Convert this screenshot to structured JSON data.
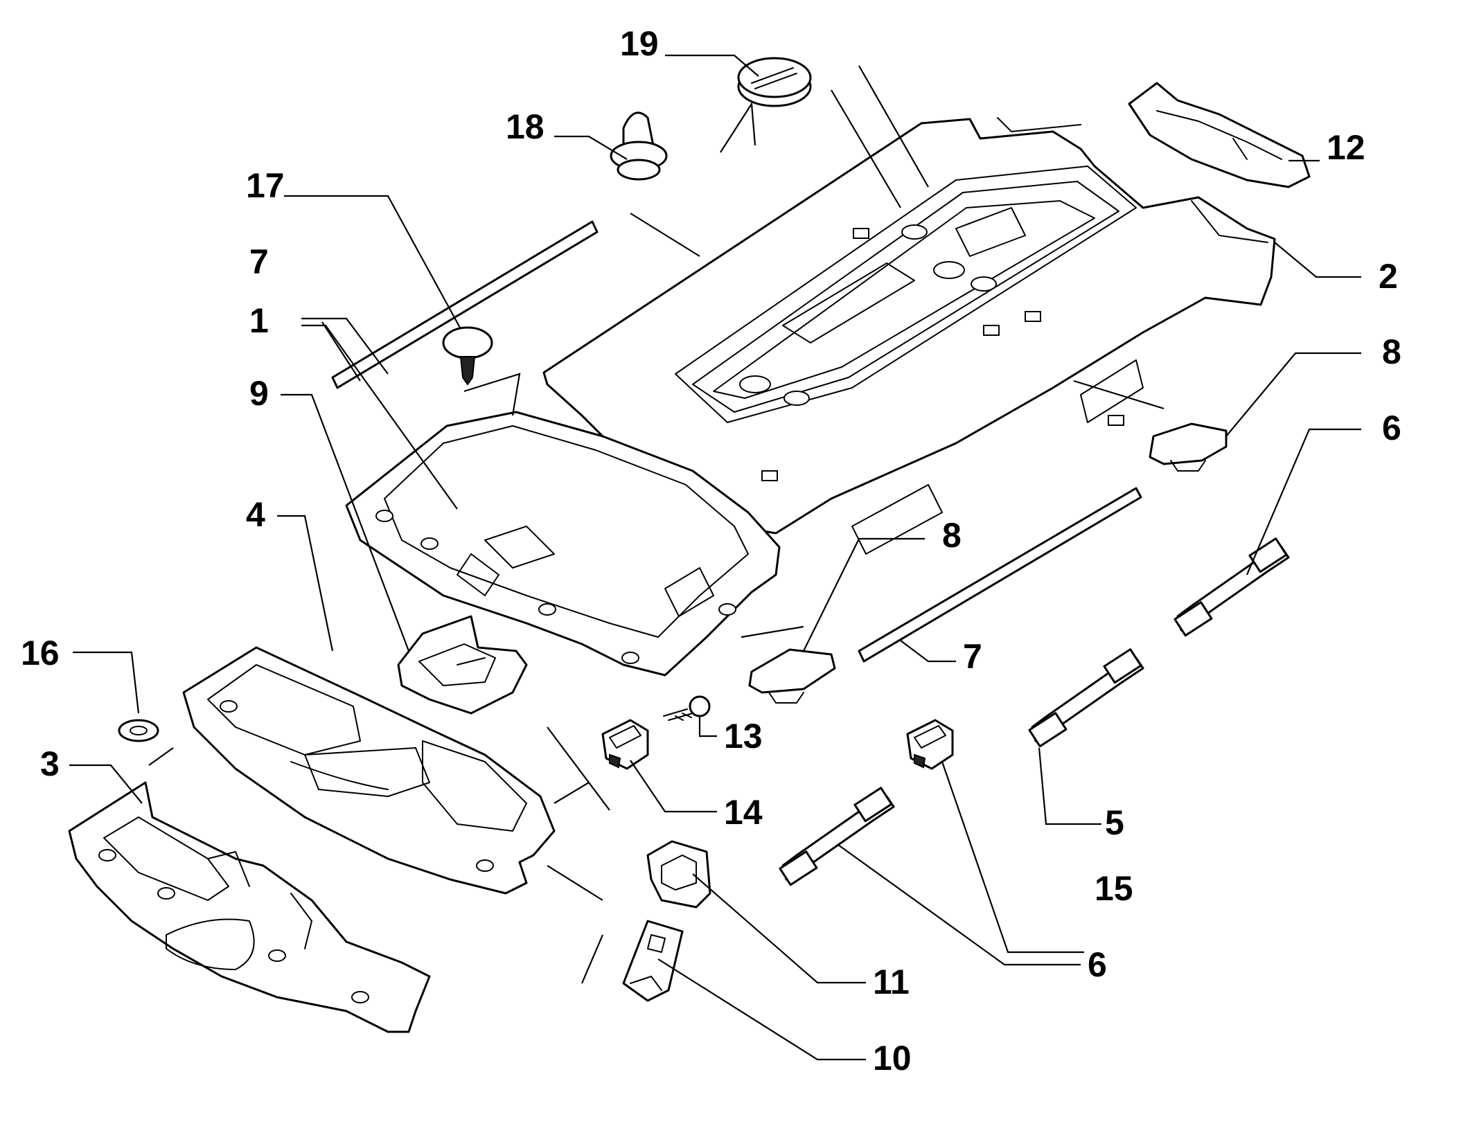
{
  "callouts": [
    {
      "label": "1"
    },
    {
      "label": "2"
    },
    {
      "label": "3"
    },
    {
      "label": "4"
    },
    {
      "label": "5"
    },
    {
      "label": "6"
    },
    {
      "label": "6"
    },
    {
      "label": "7"
    },
    {
      "label": "7"
    },
    {
      "label": "8"
    },
    {
      "label": "8"
    },
    {
      "label": "9"
    },
    {
      "label": "10"
    },
    {
      "label": "11"
    },
    {
      "label": "12"
    },
    {
      "label": "13"
    },
    {
      "label": "14"
    },
    {
      "label": "15"
    },
    {
      "label": "16"
    },
    {
      "label": "17"
    },
    {
      "label": "18"
    },
    {
      "label": "19"
    }
  ]
}
